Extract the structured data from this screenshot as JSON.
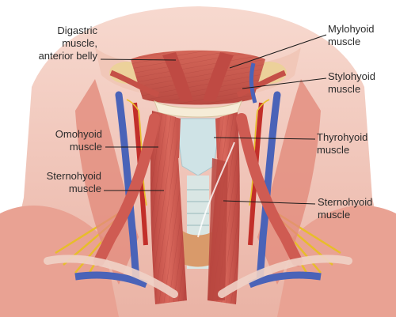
{
  "labels": {
    "digastric": [
      "Digastric",
      "muscle,",
      "anterior belly"
    ],
    "omohyoid": [
      "Omohyoid",
      "muscle"
    ],
    "sternohyoid_left": [
      "Sternohyoid",
      "muscle"
    ],
    "mylohyoid": [
      "Mylohyoid",
      "muscle"
    ],
    "stylohyoid": [
      "Stylohyoid",
      "muscle"
    ],
    "thyrohyoid": [
      "Thyrohyoid",
      "muscle"
    ],
    "sternohyoid_right": [
      "Sternohyoid",
      "muscle"
    ]
  },
  "colors": {
    "muscle": "#c9544d",
    "muscle_dark": "#a63a36",
    "muscle_light": "#e58f80",
    "skin": "#f3c9bd",
    "vein": "#4a63b8",
    "artery": "#c22f2a",
    "nerve": "#e9c12a",
    "cartilage": "#cfe3e6",
    "bone": "#f0d7a3",
    "leader": "#1a1a1a"
  }
}
